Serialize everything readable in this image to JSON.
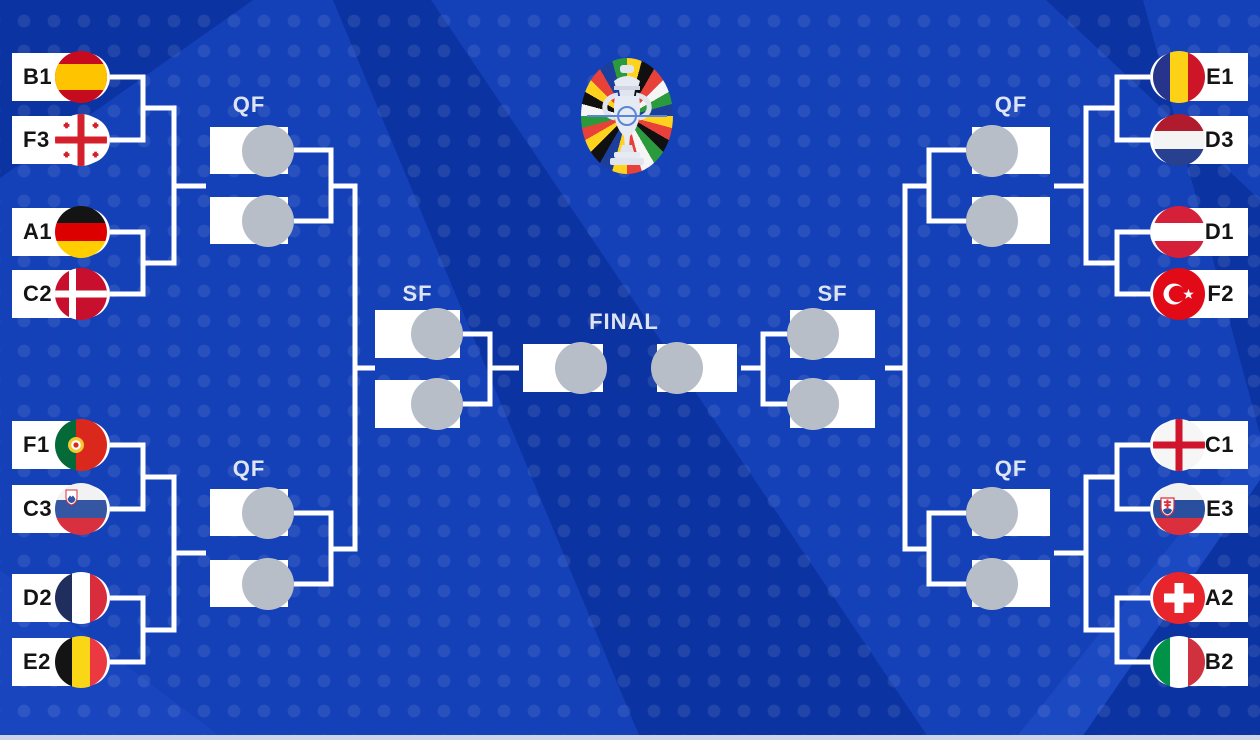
{
  "labels": {
    "qf": "QF",
    "sf": "SF",
    "final": "FINAL"
  },
  "teams": {
    "b1": {
      "code": "B1",
      "flag": "Spain"
    },
    "f3": {
      "code": "F3",
      "flag": "Georgia"
    },
    "a1": {
      "code": "A1",
      "flag": "Germany"
    },
    "c2": {
      "code": "C2",
      "flag": "Denmark"
    },
    "f1": {
      "code": "F1",
      "flag": "Portugal"
    },
    "c3": {
      "code": "C3",
      "flag": "Slovenia"
    },
    "d2": {
      "code": "D2",
      "flag": "France"
    },
    "e2": {
      "code": "E2",
      "flag": "Belgium"
    },
    "e1": {
      "code": "E1",
      "flag": "Romania"
    },
    "d3": {
      "code": "D3",
      "flag": "Netherlands"
    },
    "d1": {
      "code": "D1",
      "flag": "Austria"
    },
    "f2": {
      "code": "F2",
      "flag": "Turkey"
    },
    "c1": {
      "code": "C1",
      "flag": "England"
    },
    "e3": {
      "code": "E3",
      "flag": "Slovakia"
    },
    "a2": {
      "code": "A2",
      "flag": "Switzerland"
    },
    "b2": {
      "code": "B2",
      "flag": "Italy"
    }
  },
  "rounds": {
    "round_of_16_pairs": [
      [
        "B1",
        "F3"
      ],
      [
        "A1",
        "C2"
      ],
      [
        "F1",
        "C3"
      ],
      [
        "D2",
        "E2"
      ],
      [
        "E1",
        "D3"
      ],
      [
        "D1",
        "F2"
      ],
      [
        "C1",
        "E3"
      ],
      [
        "A2",
        "B2"
      ]
    ],
    "quarterfinal_slots": 8,
    "semifinal_slots": 4,
    "final_slots": 2
  },
  "colors": {
    "background": "#1440b8",
    "band_dark": "#0c33a2",
    "band_light": "#2150c8",
    "bracket_line": "#ffffff",
    "slot_placeholder": "#b8bec8",
    "stage_label": "#dde4f4",
    "team_code": "#141414",
    "bottom_strip": "#ccd5e8"
  }
}
